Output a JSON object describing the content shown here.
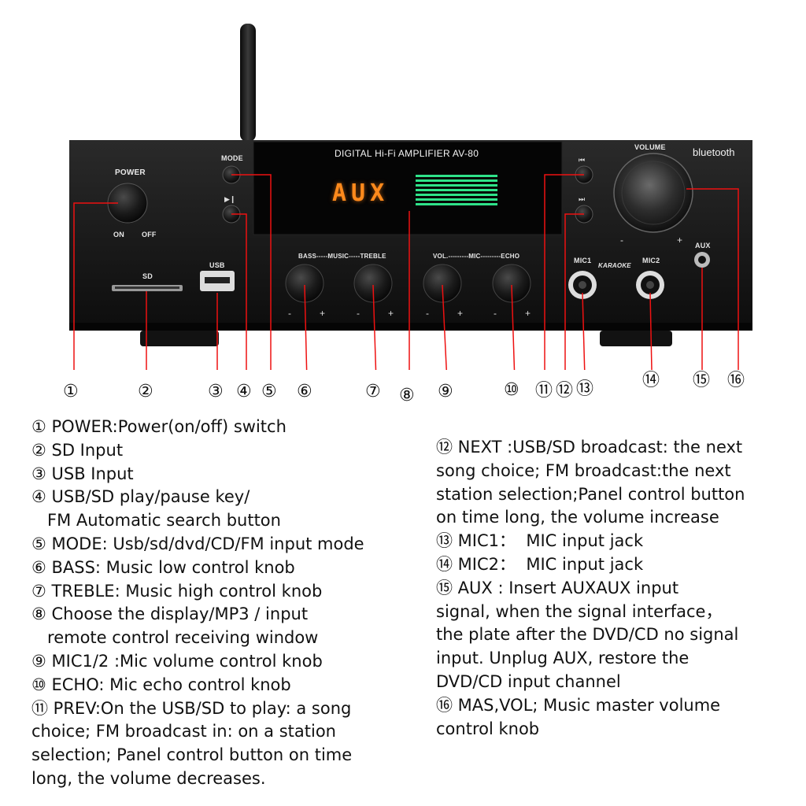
{
  "panel": {
    "power": "POWER",
    "on": "ON",
    "off": "OFF",
    "mode": "MODE",
    "usb": "USB",
    "sd": "SD",
    "lcd_title": "DIGITAL Hi-Fi AMPLIFIER AV-80",
    "lcd_mode": "AUX",
    "bass_music_treble": "BASS-----MUSIC-----TREBLE",
    "vol_mic_echo": "VOL.---------MIC---------ECHO",
    "volume": "VOLUME",
    "bluetooth": "bluetooth",
    "mic1": "MIC1",
    "mic2": "MIC2",
    "karaoke": "KARAOKE",
    "aux": "AUX",
    "minus": "-",
    "plus": "+"
  },
  "callouts": [
    "①",
    "②",
    "③",
    "④",
    "⑤",
    "⑥",
    "⑦",
    "⑧",
    "⑨",
    "⑩",
    "⑪",
    "⑫",
    "⑬",
    "⑭",
    "⑮",
    "⑯"
  ],
  "left_lines": [
    "① POWER:Power(on/off) switch",
    "② SD Input",
    "③ USB Input",
    "④ USB/SD play/pause key/",
    "   FM Automatic search button",
    "⑤ MODE: Usb/sd/dvd/CD/FM input mode",
    "⑥ BASS: Music low control knob",
    "⑦ TREBLE: Music high control knob",
    "⑧ Choose the display/MP3 / input",
    "   remote control receiving window",
    "⑨ MIC1/2 :Mic volume control knob",
    "⑩ ECHO: Mic echo control knob",
    "⑪ PREV:On the USB/SD to play: a song",
    "choice; FM broadcast in: on a station",
    "selection; Panel control button on time",
    "long, the volume decreases."
  ],
  "right_lines": [
    "⑫ NEXT :USB/SD broadcast: the next",
    "song choice; FM broadcast:the next",
    "station selection;Panel control button",
    "on time long, the volume increase",
    "⑬ MIC1：  MIC input jack",
    "⑭ MIC2：  MIC input jack",
    "⑮ AUX : Insert AUXAUX input",
    "signal, when the signal interface，",
    "the plate after the DVD/CD no signal",
    "input. Unplug AUX, restore the",
    "DVD/CD input channel",
    "⑯ MAS,VOL; Music master volume",
    "control knob"
  ]
}
